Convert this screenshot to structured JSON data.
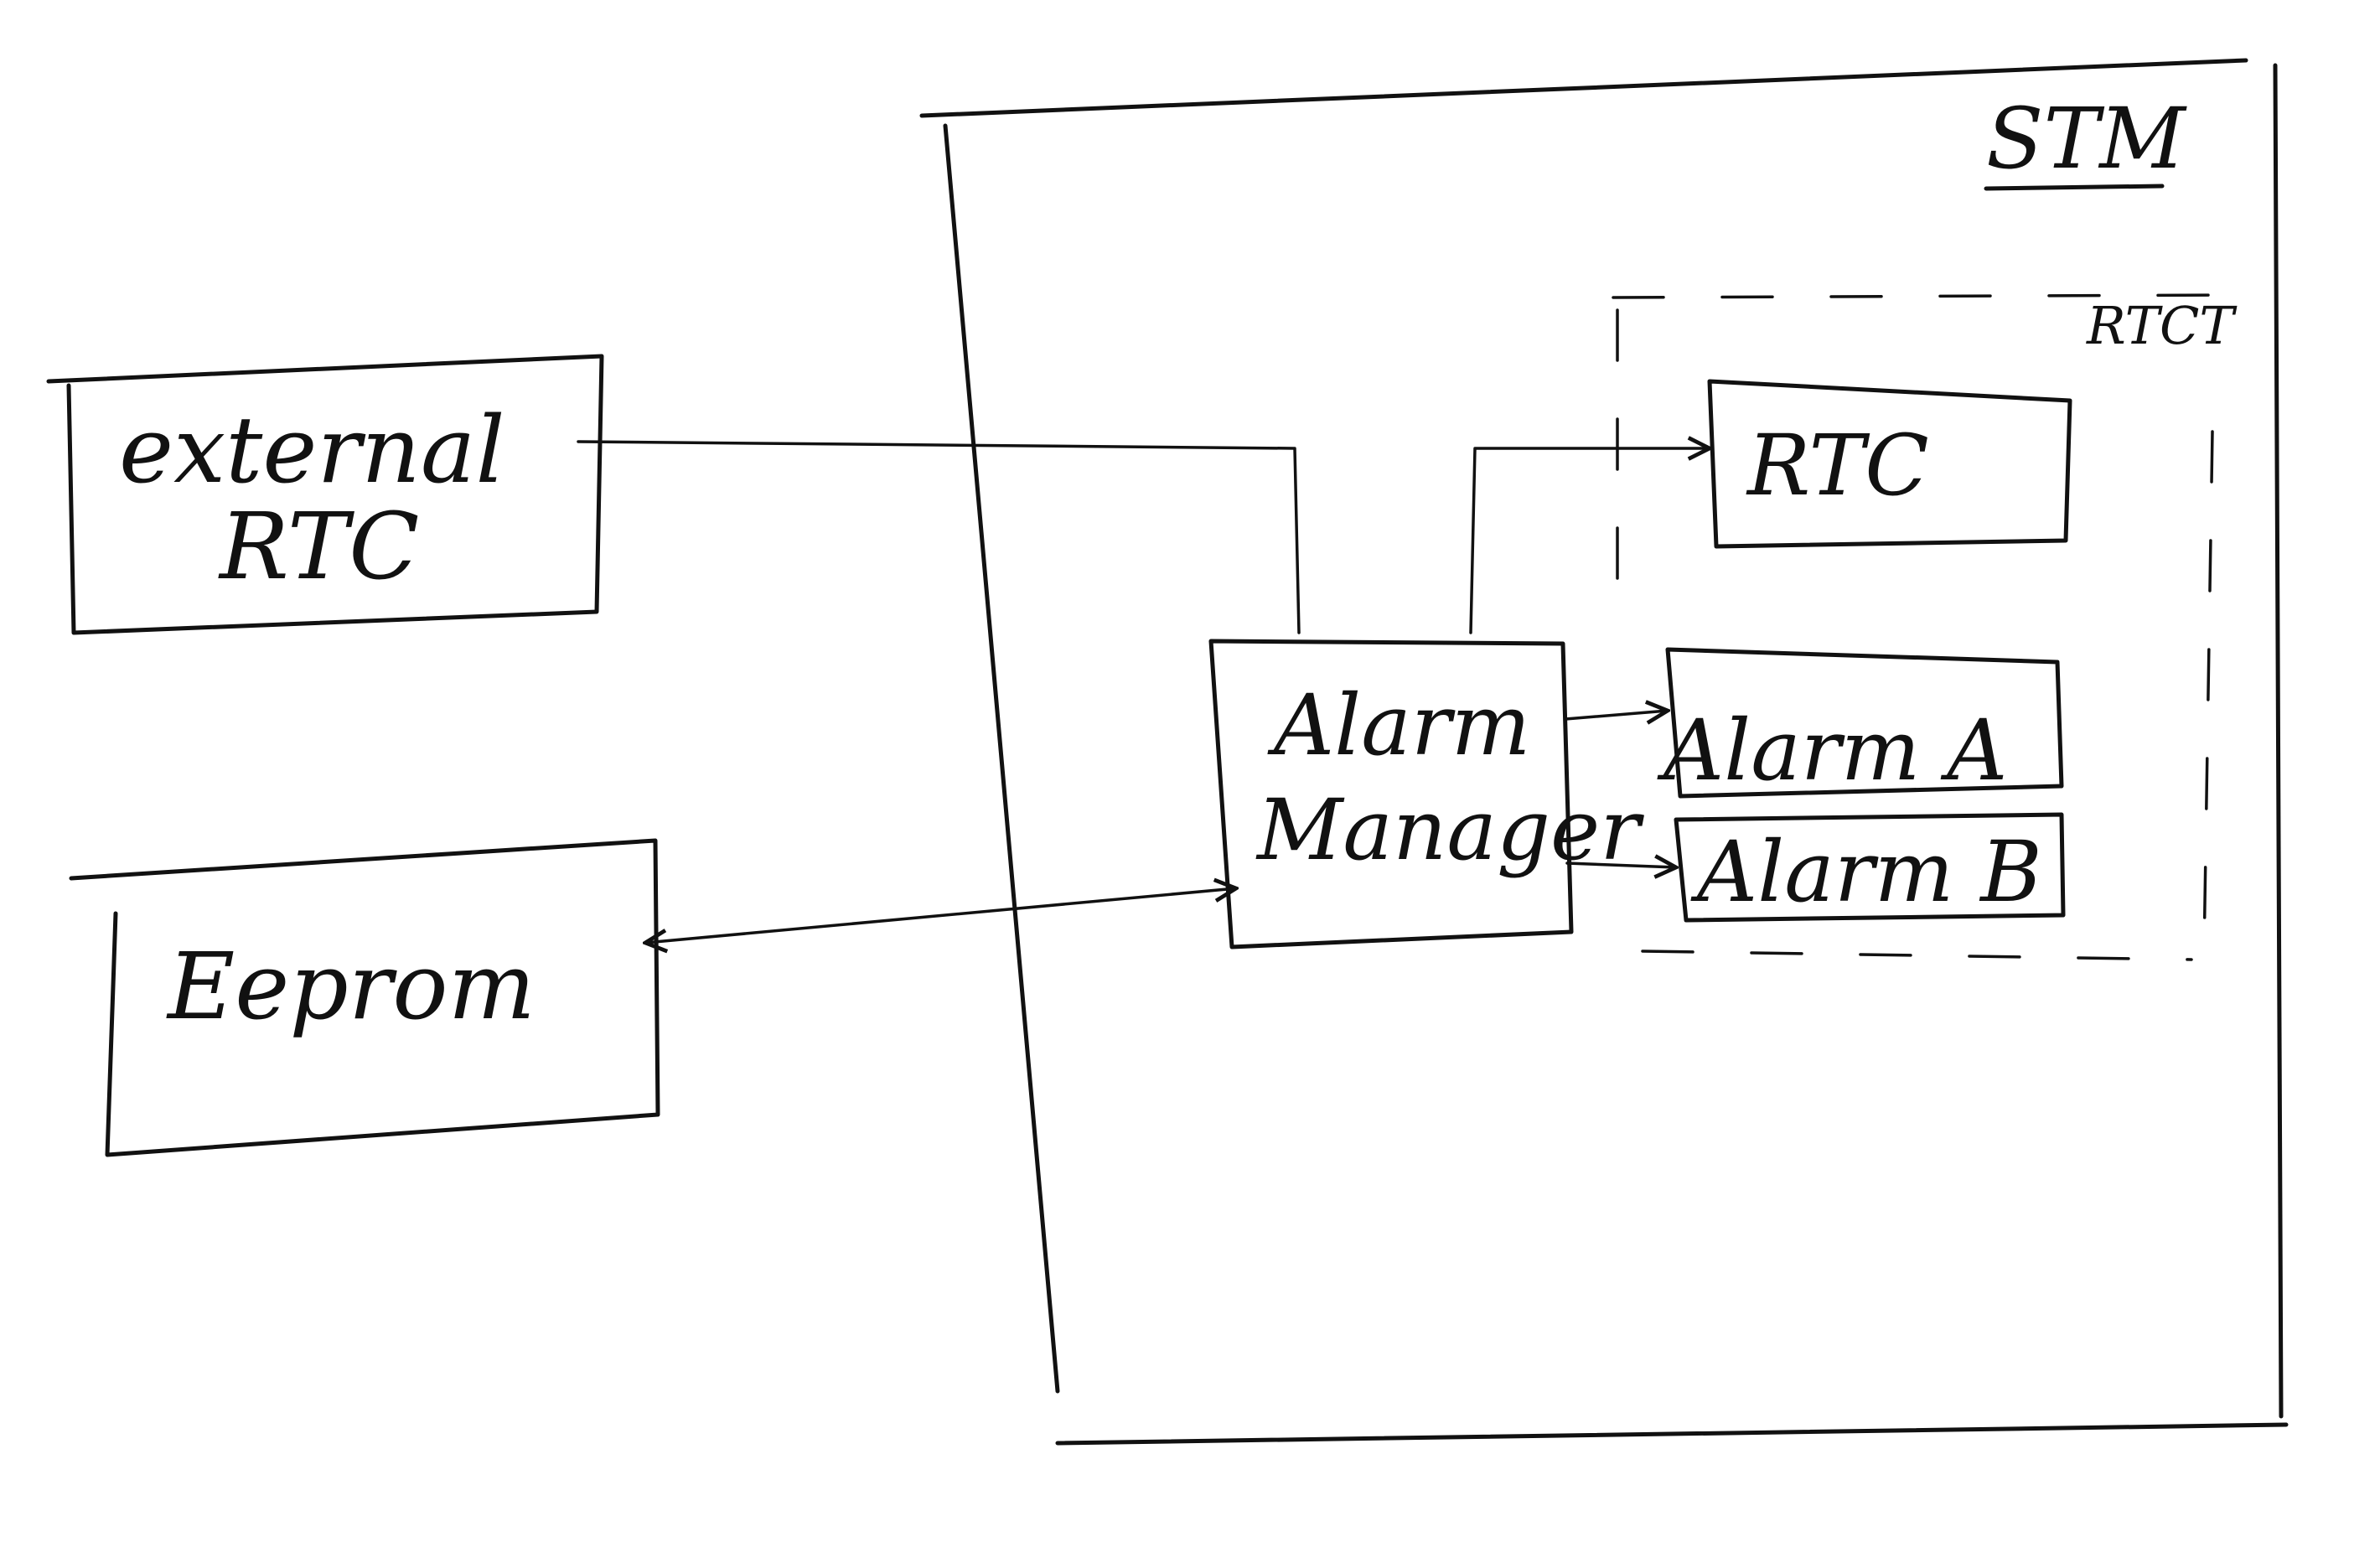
{
  "diagram": {
    "container": {
      "label": "STM"
    },
    "group": {
      "label": "RTCT"
    },
    "external_rtc": {
      "line1": "external",
      "line2": "RTC"
    },
    "eeprom": {
      "label": "Eeprom"
    },
    "alarm_manager": {
      "line1": "Alarm",
      "line2": "Manager"
    },
    "rtc": {
      "label": "RTC"
    },
    "alarm_a": {
      "label": "Alarm A"
    },
    "alarm_b": {
      "label": "Alarm B"
    }
  }
}
